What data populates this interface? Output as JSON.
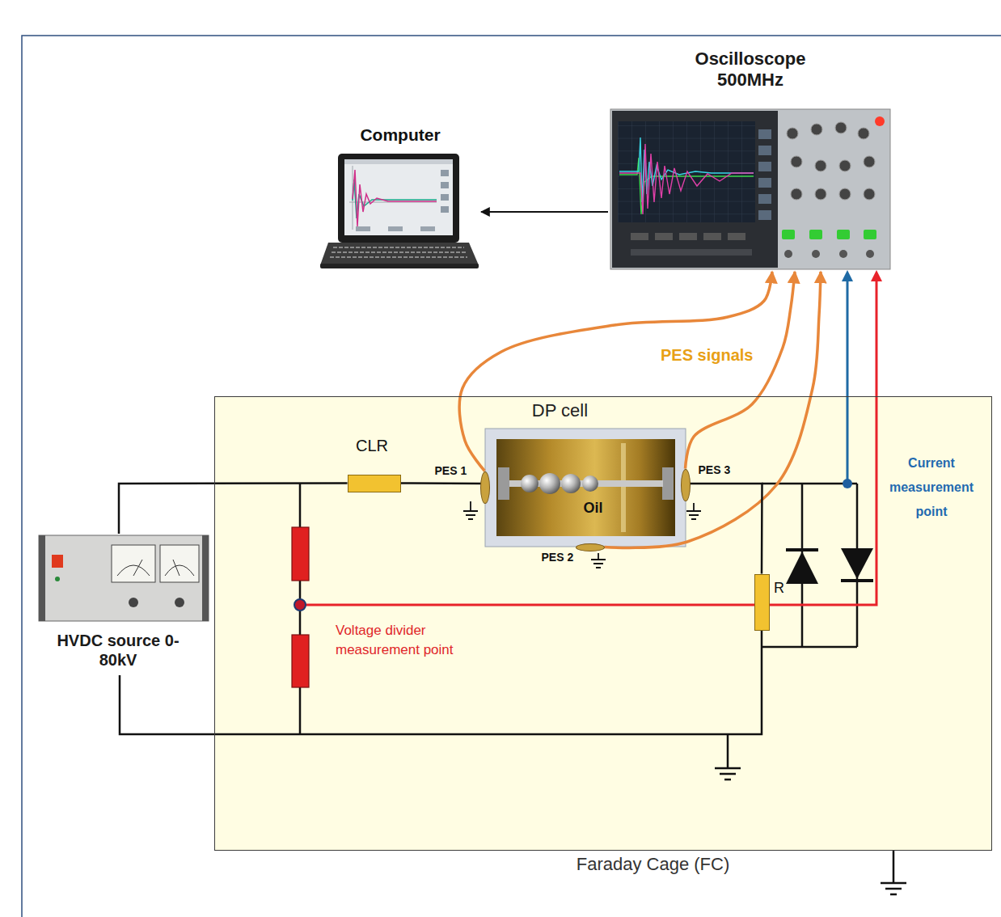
{
  "diagram": {
    "nodes": [
      {
        "text": [
          "Oscilloscope 500MHz"
        ]
      },
      {
        "text": [
          "Computer"
        ]
      },
      {
        "text": [
          "Faraday Cage (FC)"
        ]
      },
      {
        "text": [
          "HVDC source 0-80kV"
        ]
      },
      {
        "text": [
          "CLR"
        ],
        "in": 2
      },
      {
        "text": [
          "DP cell",
          "Oil"
        ],
        "in": 2
      },
      {
        "text": [
          "PES 1"
        ],
        "in": 2
      },
      {
        "text": [
          "PES 3"
        ],
        "in": 2
      },
      {
        "text": [
          "PES 2"
        ],
        "in": 2
      },
      {
        "text": [
          "R"
        ],
        "in": 2
      }
    ],
    "edges": [
      {
        "from": 0,
        "to": 1,
        "arrow": "to"
      },
      {
        "from": 6,
        "to": 0,
        "arrow": "to"
      },
      {
        "from": 7,
        "to": 0,
        "arrow": "to"
      },
      {
        "from": 8,
        "to": 0,
        "arrow": "to"
      },
      {
        "from": 3,
        "to": 4,
        "arrow": "none"
      },
      {
        "from": 4,
        "to": 5,
        "arrow": "none"
      },
      {
        "from": 5,
        "to": 9,
        "arrow": "none"
      }
    ],
    "labels": [
      "PES signals",
      "Current measurement point",
      "Voltage divider measurement point"
    ]
  }
}
